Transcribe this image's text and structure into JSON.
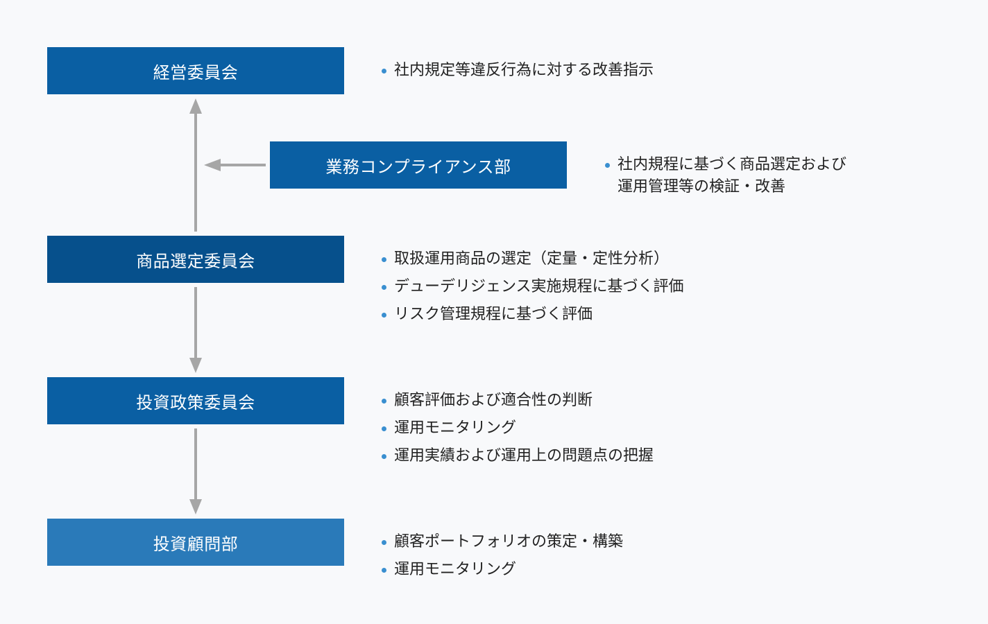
{
  "boxes": {
    "keiei": "経営委員会",
    "gyomu": "業務コンプライアンス部",
    "shohin": "商品選定委員会",
    "toshi": "投資政策委員会",
    "komon": "投資顧問部"
  },
  "descriptions": {
    "keiei": [
      "社内規定等違反行為に対する改善指示"
    ],
    "gyomu": [
      "社内規程に基づく商品選定および",
      "運用管理等の検証・改善"
    ],
    "shohin": [
      "取扱運用商品の選定（定量・定性分析）",
      "デューデリジェンス実施規程に基づく評価",
      "リスク管理規程に基づく評価"
    ],
    "toshi": [
      "顧客評価および適合性の判断",
      "運用モニタリング",
      "運用実績および運用上の問題点の把握"
    ],
    "komon": [
      "顧客ポートフォリオの策定・構築",
      "運用モニタリング"
    ]
  },
  "colors": {
    "box_primary": "#0a5fa3",
    "box_dark": "#06508c",
    "box_light": "#2a7ab9",
    "arrow": "#a6a6a6",
    "bullet": "#3a8fd0"
  }
}
